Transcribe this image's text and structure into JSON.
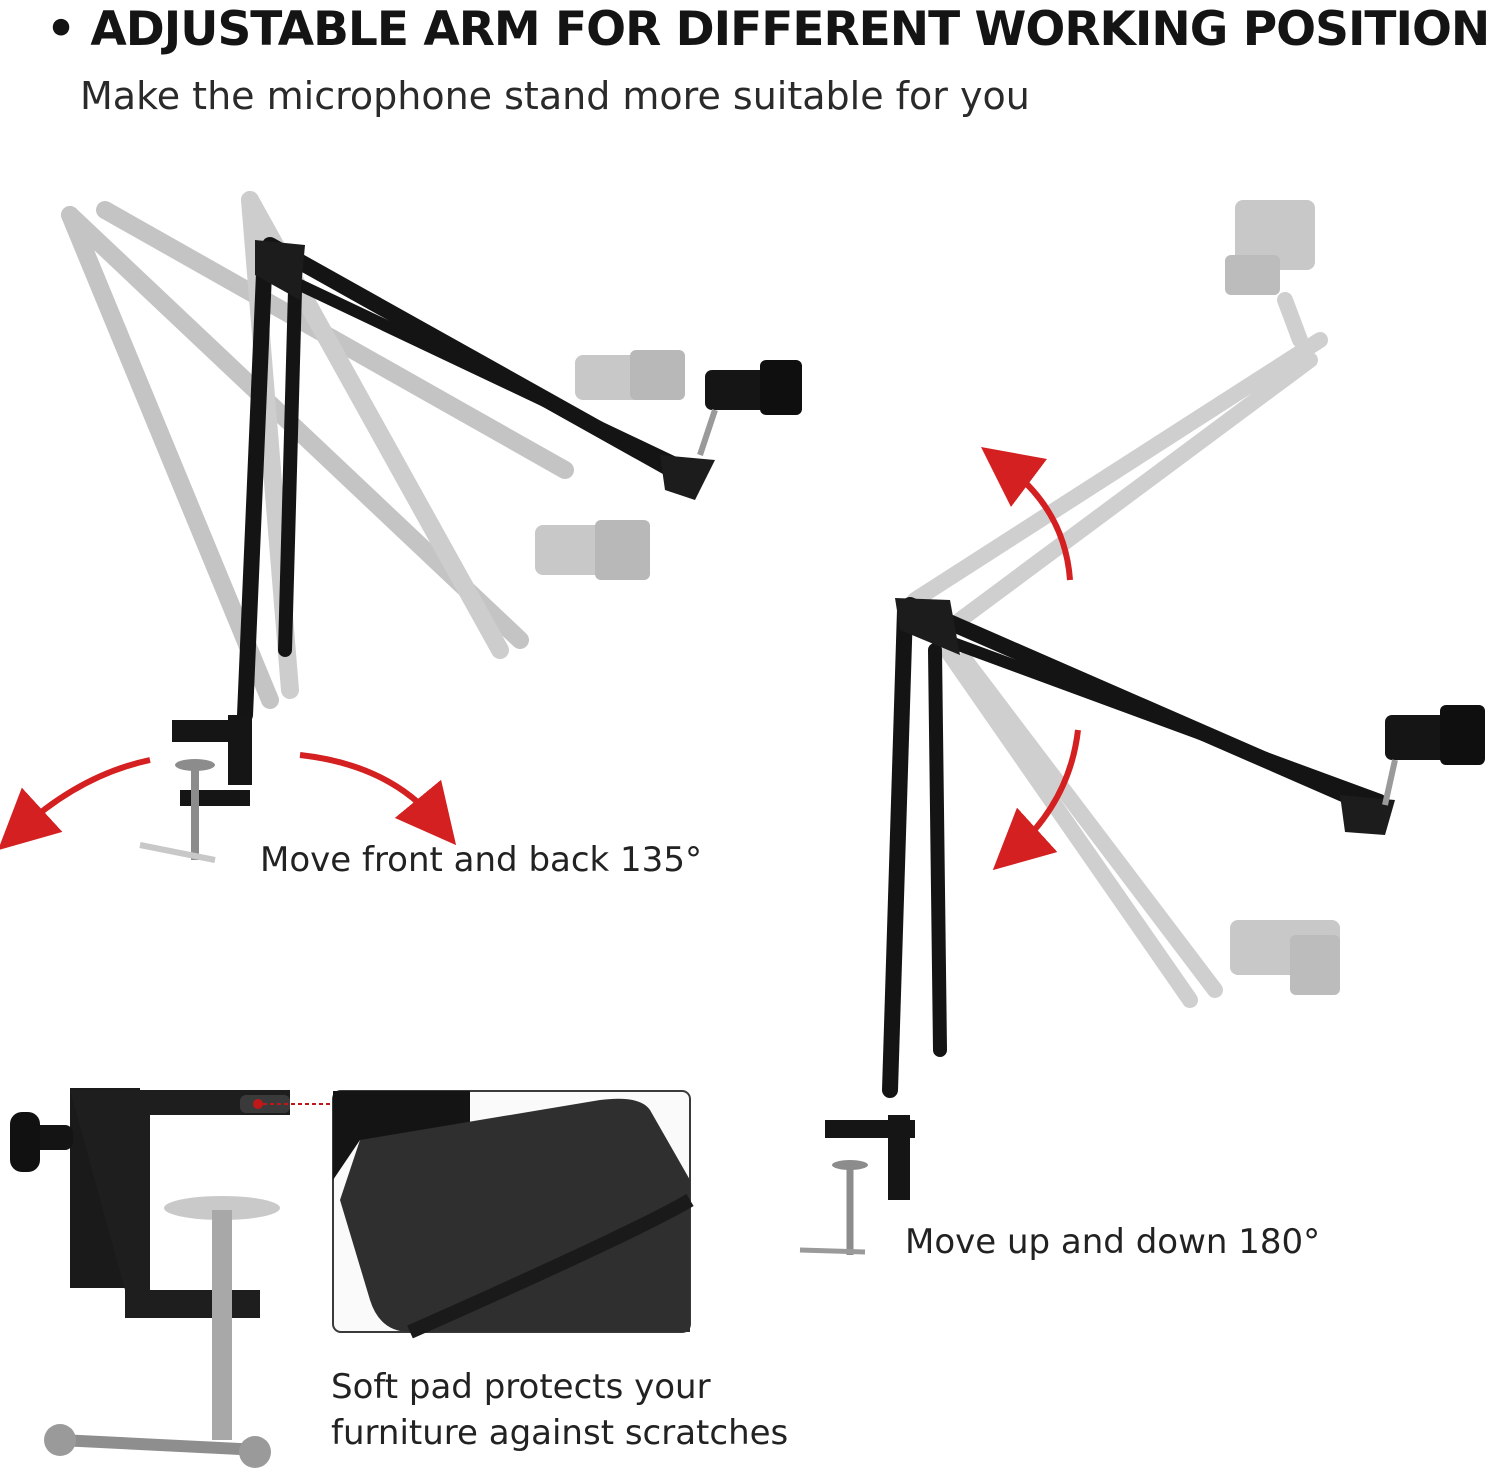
{
  "header": {
    "bullet": "•",
    "title": "ADJUSTABLE ARM FOR DIFFERENT WORKING POSITION",
    "subtitle": "Make the microphone stand more suitable for you"
  },
  "captions": {
    "front_back": "Move front and back 135°",
    "up_down": "Move up and down 180°",
    "soft_pad_line1": "Soft pad protects your",
    "soft_pad_line2": "furniture against scratches"
  },
  "colors": {
    "arm": "#141414",
    "ghost_arm": "#c4c4c4",
    "arrow": "#d42020",
    "pad": "#2b2b2b"
  }
}
